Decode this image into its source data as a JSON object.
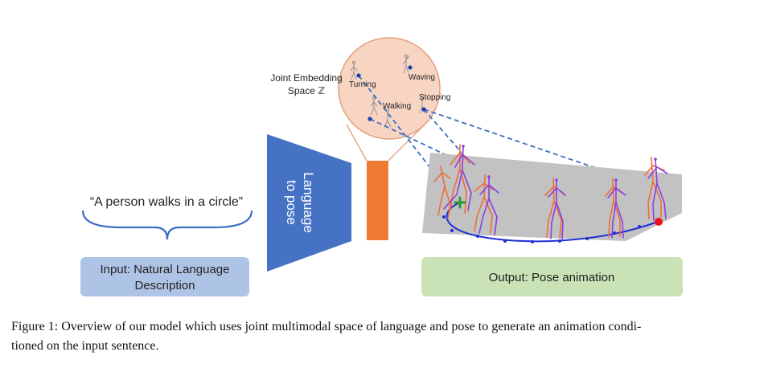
{
  "diagram": {
    "input_sentence": "“A person walks in a circle”",
    "input_box": {
      "line1": "Input: Natural Language",
      "line2": "Description"
    },
    "encoder": {
      "line1": "Language",
      "line2": "to pose"
    },
    "embedding": {
      "title_line1": "Joint Embedding",
      "title_line2": "Space ℤ",
      "labels": {
        "turning": "Turning",
        "waving": "Waving",
        "walking": "Walking",
        "stopping": "Stopping"
      }
    },
    "output_box": {
      "label": "Output: Pose animation"
    },
    "colors": {
      "input_box": "#aec4e6",
      "encoder": "#4672c4",
      "latent_bar": "#ef7b33",
      "circle_fill": "#f8d5c3",
      "circle_stroke": "#e3a07e",
      "output_box": "#c9e3b6",
      "plane": "#c2c2c2",
      "trajectory": "#1c2fd6",
      "dash": "#3a6fc4",
      "pose_orange": "#ef6d3b",
      "pose_purple": "#8a3fe0",
      "start_marker": "#2e9a2e",
      "end_marker": "#e8161c"
    }
  },
  "caption": {
    "line1": "Figure 1: Overview of our model which uses joint multimodal space of language and pose to generate an animation condi-",
    "line2": "tioned on the input sentence."
  }
}
